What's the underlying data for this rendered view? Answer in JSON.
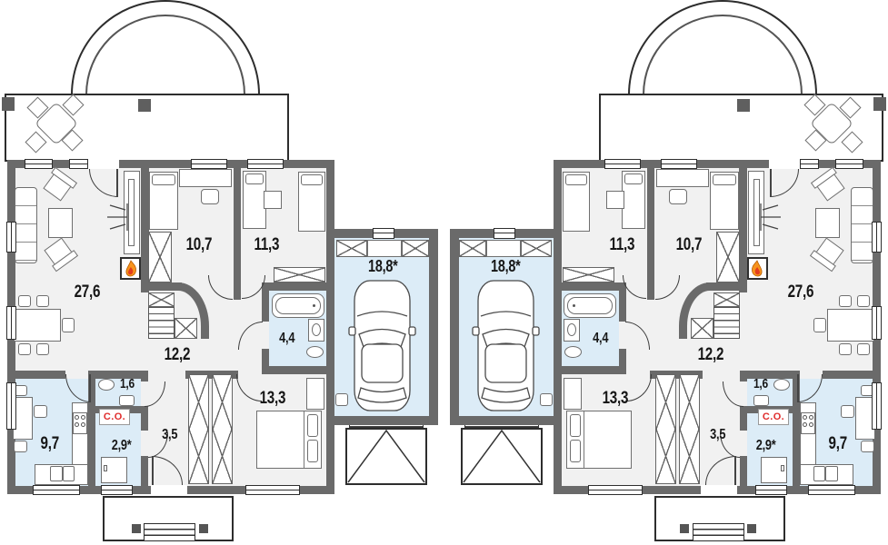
{
  "colors": {
    "wall": "#6a6a6a",
    "floor": "#f1f1f1",
    "wet_room": "#dcecf7",
    "line": "#3c3c3c",
    "heating_red": "#e02c2c",
    "flame_orange": "#f7941d"
  },
  "unit": {
    "rooms": {
      "living": "27,6",
      "bedroom_a": "10,7",
      "bedroom_b": "11,3",
      "hall": "12,2",
      "bathroom": "4,4",
      "bedroom_c": "13,3",
      "kitchen": "9,7",
      "wc": "1,6",
      "boiler": "2,9*",
      "corridor": "3,5",
      "garage": "18,8*"
    },
    "heating_badge": "C.O."
  }
}
